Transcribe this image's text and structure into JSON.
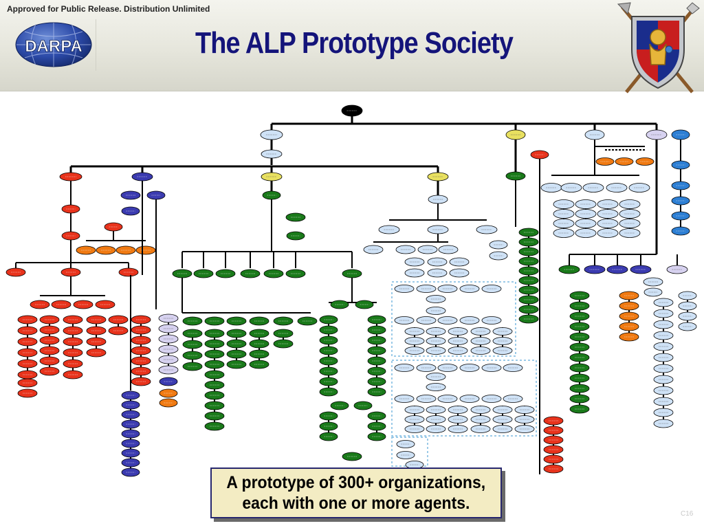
{
  "header": {
    "release_notice": "Approved for Public Release.  Distribution Unlimited",
    "title": "The ALP Prototype Society",
    "logo_text": "DARPA",
    "logo_icon": "darpa-globe-logo",
    "crest_icon": "alp-heraldic-shield-crest"
  },
  "org_chart": {
    "colors": {
      "line": "#000000",
      "root": "#000000",
      "blue": "#3b3bb0",
      "light_blue": "#cfe2f6",
      "red": "#e8331c",
      "green": "#1a7a1a",
      "yellow": "#e8e060",
      "orange": "#f07a12",
      "sky": "#2d7fd4",
      "lavender": "#d7d2f0",
      "node_outline": "#000000",
      "group_border": "#7ab8e0"
    },
    "node_labels_legible": false
  },
  "callout": {
    "line1": "A prototype of 300+ organizations,",
    "line2": "each with one or more agents."
  },
  "slide_number": "C16"
}
